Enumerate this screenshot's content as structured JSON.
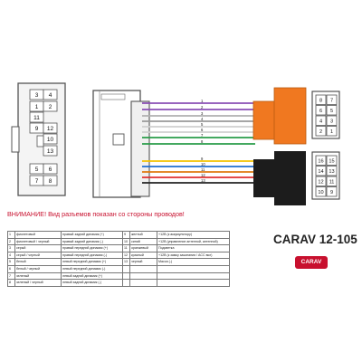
{
  "connector_left": {
    "pin_labels": [
      "3",
      "4",
      "1",
      "2",
      "11",
      "9",
      "12",
      "10",
      "13",
      "5",
      "6",
      "7",
      "8"
    ]
  },
  "plug_top": {
    "pin_labels": [
      "8",
      "7",
      "6",
      "5",
      "4",
      "3",
      "2",
      "1"
    ]
  },
  "plug_bottom": {
    "pin_labels": [
      "16",
      "15",
      "14",
      "13",
      "12",
      "11",
      "10",
      "9"
    ]
  },
  "wires_top": {
    "numbers": [
      "1",
      "2",
      "3",
      "4",
      "5",
      "6",
      "7",
      "8"
    ],
    "colors": [
      "#8a4fb5",
      "#8a4fb5",
      "#b0b0b0",
      "#9a9a9a",
      "#cfcfcf",
      "#d0d0d0",
      "#2a9d4a",
      "#2a9d4a"
    ]
  },
  "wires_bottom": {
    "numbers": [
      "9",
      "10",
      "11",
      "12",
      "13"
    ],
    "colors": [
      "#f2c200",
      "#1f6fd0",
      "#e07a10",
      "#e03030",
      "#222222"
    ]
  },
  "colors": {
    "orange": "#f07820",
    "black": "#1c1c1c",
    "accent": "#c8102e"
  },
  "warning": "ВНИМАНИЕ! Вид разъемов показан со стороны проводов!",
  "table": {
    "rows": [
      [
        "1",
        "фиолетовый",
        "правый задний динамик (+)",
        "9",
        "желтый",
        "+12В (к аккумулятору)"
      ],
      [
        "2",
        "фиолетовый / черный",
        "правый задний динамик (-)",
        "10",
        "синий",
        "+12В (управление антенной, антенной)"
      ],
      [
        "3",
        "серый",
        "правый передний динамик (+)",
        "11",
        "оранжевый",
        "Подсветка"
      ],
      [
        "4",
        "серый / черный",
        "правый передний динамик (-)",
        "12",
        "красный",
        "+12В (к замку зажигания / ACC вкл)"
      ],
      [
        "5",
        "белый",
        "левый передний динамик (+)",
        "13",
        "черный",
        "Масса (-)"
      ],
      [
        "6",
        "белый / черный",
        "левый передний динамик (-)",
        "",
        "",
        ""
      ],
      [
        "7",
        "зеленый",
        "левый задний динамик (+)",
        "",
        "",
        ""
      ],
      [
        "8",
        "зеленый / черный",
        "левый задний динамик (-)",
        "",
        "",
        ""
      ]
    ]
  },
  "model": "CARAV 12-105",
  "brand": "CARAV"
}
